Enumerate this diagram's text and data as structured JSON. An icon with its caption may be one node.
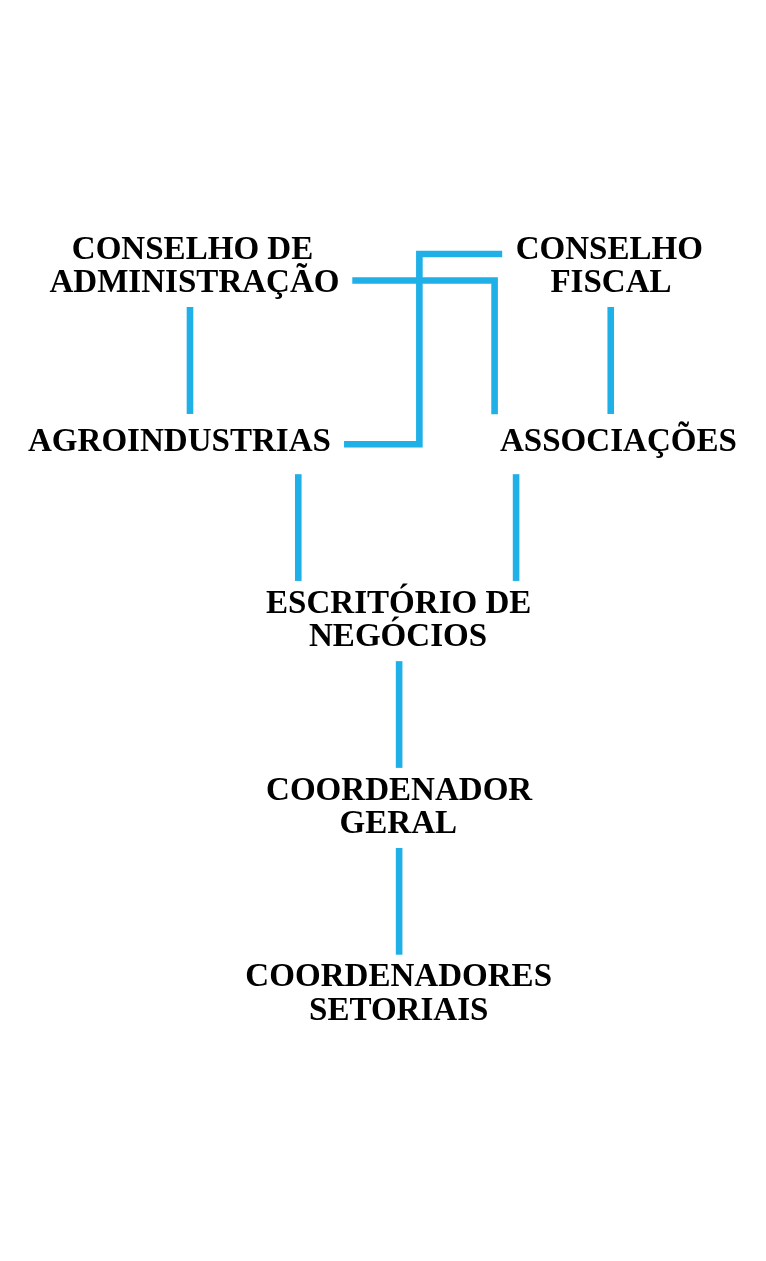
{
  "diagram": {
    "nodes": [
      {
        "text": [
          "CONSELHO DE ADMINISTRAÇÃO"
        ]
      },
      {
        "text": [
          "CONSELHO FISCAL"
        ]
      },
      {
        "text": [
          "AGROINDUSTRIAS"
        ]
      },
      {
        "text": [
          "ASSOCIAÇÕES"
        ]
      },
      {
        "text": [
          "ESCRITÓRIO DE NEGÓCIOS"
        ]
      },
      {
        "text": [
          "COORDENADOR GERAL"
        ]
      },
      {
        "text": [
          "COORDENADORES SETORIAIS"
        ]
      }
    ],
    "edges": [
      {
        "from": 0,
        "to": 2,
        "arrow": "none"
      },
      {
        "from": 0,
        "to": 3,
        "arrow": "none"
      },
      {
        "from": 1,
        "to": 2,
        "arrow": "none"
      },
      {
        "from": 1,
        "to": 3,
        "arrow": "none"
      },
      {
        "from": 2,
        "to": 4,
        "arrow": "none"
      },
      {
        "from": 3,
        "to": 4,
        "arrow": "none"
      },
      {
        "from": 4,
        "to": 5,
        "arrow": "none"
      },
      {
        "from": 5,
        "to": 6,
        "arrow": "none"
      }
    ]
  }
}
